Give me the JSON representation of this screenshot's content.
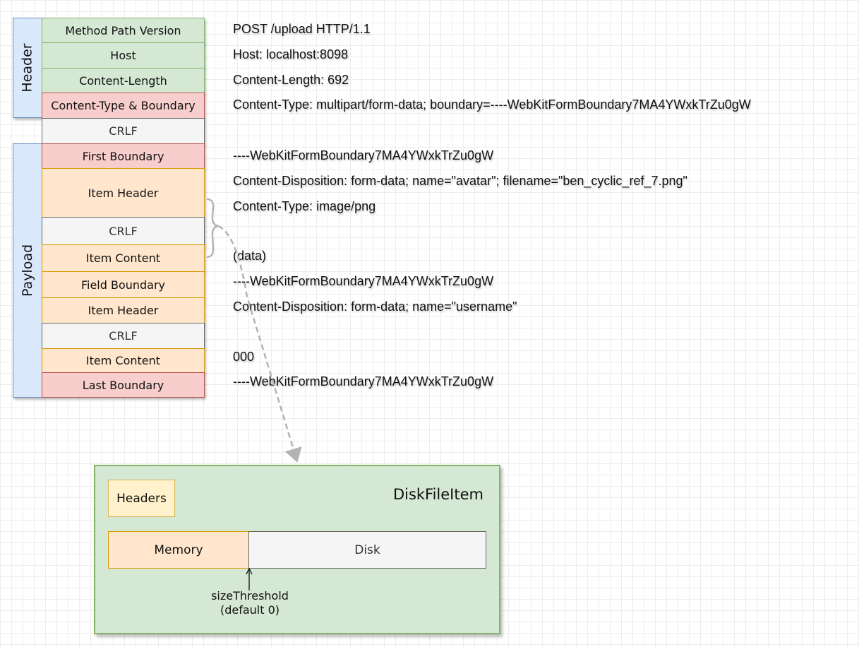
{
  "groups": {
    "header": "Header",
    "payload": "Payload"
  },
  "fields": {
    "method_path_version": "Method Path Version",
    "host": "Host",
    "content_length": "Content-Length",
    "content_type_boundary": "Content-Type & Boundary",
    "crlf_1": "CRLF",
    "first_boundary": "First Boundary",
    "item_header_1": "Item Header",
    "crlf_2": "CRLF",
    "item_content_1": "Item Content",
    "field_boundary": "Field Boundary",
    "item_header_2": "Item Header",
    "crlf_3": "CRLF",
    "item_content_2": "Item Content",
    "last_boundary": "Last Boundary"
  },
  "request_lines": {
    "request_line": "POST /upload HTTP/1.1",
    "host": "Host: localhost:8098",
    "content_length": "Content-Length: 692",
    "content_type": "Content-Type: multipart/form-data; boundary=----WebKitFormBoundary7MA4YWxkTrZu0gW",
    "first_boundary": "----WebKitFormBoundary7MA4YWxkTrZu0gW",
    "disposition_1": "Content-Disposition: form-data; name=\"avatar\"; filename=\"ben_cyclic_ref_7.png\"",
    "content_type_1": "Content-Type: image/png",
    "data": "(data)",
    "field_boundary": "----WebKitFormBoundary7MA4YWxkTrZu0gW",
    "disposition_2": "Content-Disposition: form-data; name=\"username\"",
    "value_2": "000",
    "last_boundary": "----WebKitFormBoundary7MA4YWxkTrZu0gW"
  },
  "disk_file_item": {
    "title": "DiskFileItem",
    "headers": "Headers",
    "memory": "Memory",
    "disk": "Disk",
    "threshold_line1": "sizeThreshold",
    "threshold_line2": "(default 0)"
  },
  "colors": {
    "header_green": "#d5e8d4",
    "boundary_red": "#f8cecc",
    "item_orange": "#ffe6cc",
    "crlf_gray": "#f5f5f5",
    "group_blue": "#dae8fc",
    "connector_gray": "#b3b3b3"
  }
}
